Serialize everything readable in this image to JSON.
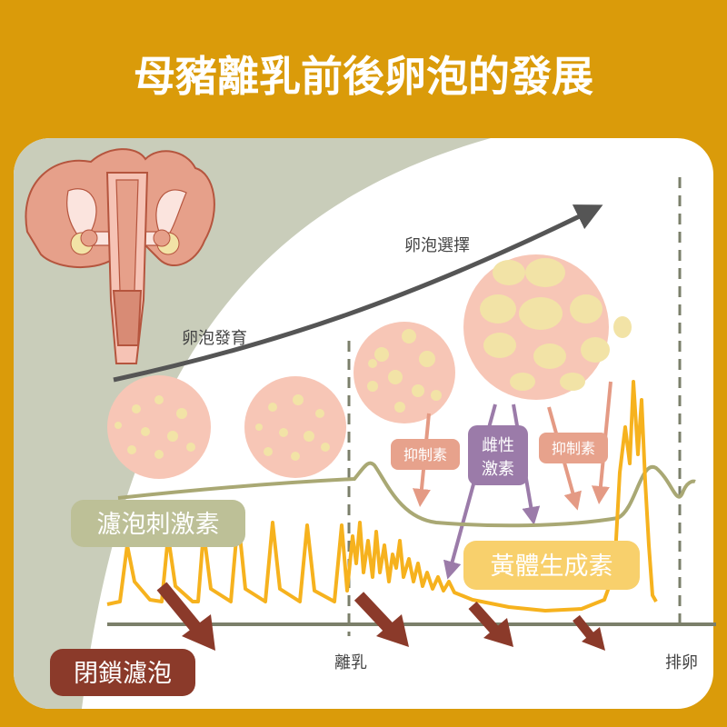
{
  "title": "母豬離乳前後卵泡的發展",
  "labels": {
    "follicle_selection": "卵泡選擇",
    "follicle_development": "卵泡發育",
    "inhibin_1": "抑制素",
    "inhibin_2": "抑制素",
    "estrogen_line1": "雌性",
    "estrogen_line2": "激素",
    "fsh": "濾泡刺激素",
    "lh": "黃體生成素",
    "atresia": "閉鎖濾泡",
    "weaning": "離乳",
    "ovulation": "排卵"
  },
  "colors": {
    "frame": "#DA9B0A",
    "background_region": "#C9CDBA",
    "follicle": "#F7C6B6",
    "follicle_spot": "#F2E3A6",
    "fsh": "#A9A874",
    "lh": "#F6B21E",
    "atresia_arrow": "#8B3A2A",
    "inhibin": "#E7A28C",
    "estrogen": "#9B7BA9",
    "trend_arrow": "#555555"
  }
}
